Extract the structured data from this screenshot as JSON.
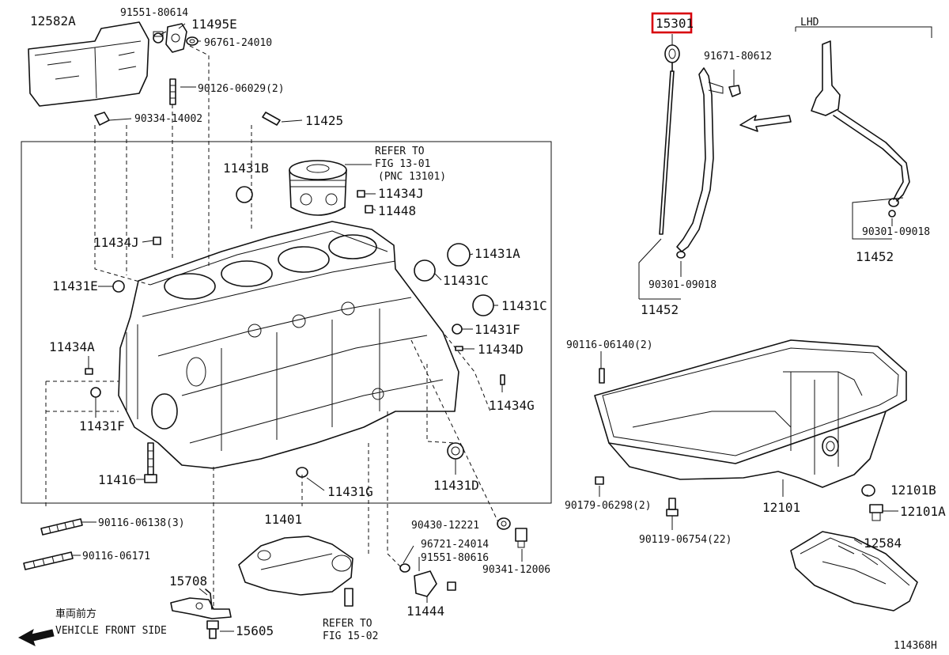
{
  "diagram": {
    "highlight_color": "#d8000c",
    "highlighted_part": "15301",
    "drawing_number": "114368H",
    "callouts": {
      "p12582A": "12582A",
      "p91551_80614": "91551-80614",
      "p11495E": "11495E",
      "p96761_24010": "96761-24010",
      "p90126_06029": "90126-06029(2)",
      "p90334_14002": "90334-14002",
      "p11425": "11425",
      "p11431B": "11431B",
      "p11434J_a": "11434J",
      "p11448": "11448",
      "p11434J_b": "11434J",
      "p11431E": "11431E",
      "p11431A": "11431A",
      "p11431C_a": "11431C",
      "p11431C_b": "11431C",
      "p11431F_a": "11431F",
      "p11434D": "11434D",
      "p11434A": "11434A",
      "p11434G": "11434G",
      "p11431F_b": "11431F",
      "p11416": "11416",
      "p11431G": "11431G",
      "p11431D": "11431D",
      "p11401": "11401",
      "p90116_06138": "90116-06138(3)",
      "p90116_06171": "90116-06171",
      "p90430_12221": "90430-12221",
      "p96721_24014": "96721-24014",
      "p91551_80616": "91551-80616",
      "p90341_12006": "90341-12006",
      "p11444": "11444",
      "p15708": "15708",
      "p15605": "15605",
      "p15301": "15301",
      "p91671_80612": "91671-80612",
      "p90301_09018_a": "90301-09018",
      "p11452_a": "11452",
      "p90301_09018_b": "90301-09018",
      "p11452_b": "11452",
      "p90116_06140": "90116-06140(2)",
      "p12101": "12101",
      "p12101B": "12101B",
      "p12101A": "12101A",
      "p90179_06298": "90179-06298(2)",
      "p90119_06754": "90119-06754(22)",
      "p12584": "12584"
    },
    "notes": {
      "refer_13_l1": "REFER TO",
      "refer_13_l2": "FIG 13-01",
      "refer_13_l3": "(PNC 13101)",
      "refer_15_l1": "REFER TO",
      "refer_15_l2": "FIG 15-02",
      "lhd": "LHD",
      "front_jp": "車両前方",
      "front_en": "VEHICLE FRONT SIDE"
    },
    "icons": {
      "front_arrow": "arrow-left-icon",
      "direction_arrow": "arrow-left-outline-icon"
    }
  }
}
